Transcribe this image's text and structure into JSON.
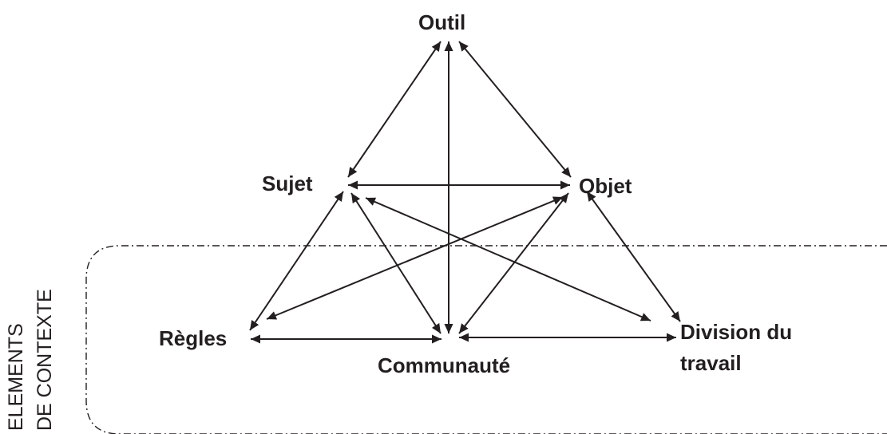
{
  "nodes": {
    "outil": "Outil",
    "sujet": "Sujet",
    "objet": "Objet",
    "regles": "Règles",
    "communaute": "Communauté",
    "division": [
      "Division du",
      "travail"
    ]
  },
  "context": [
    "ELEMENTS",
    "DE CONTEXTE"
  ],
  "colors": {
    "ink": "#231f20",
    "background": "#ffffff"
  }
}
